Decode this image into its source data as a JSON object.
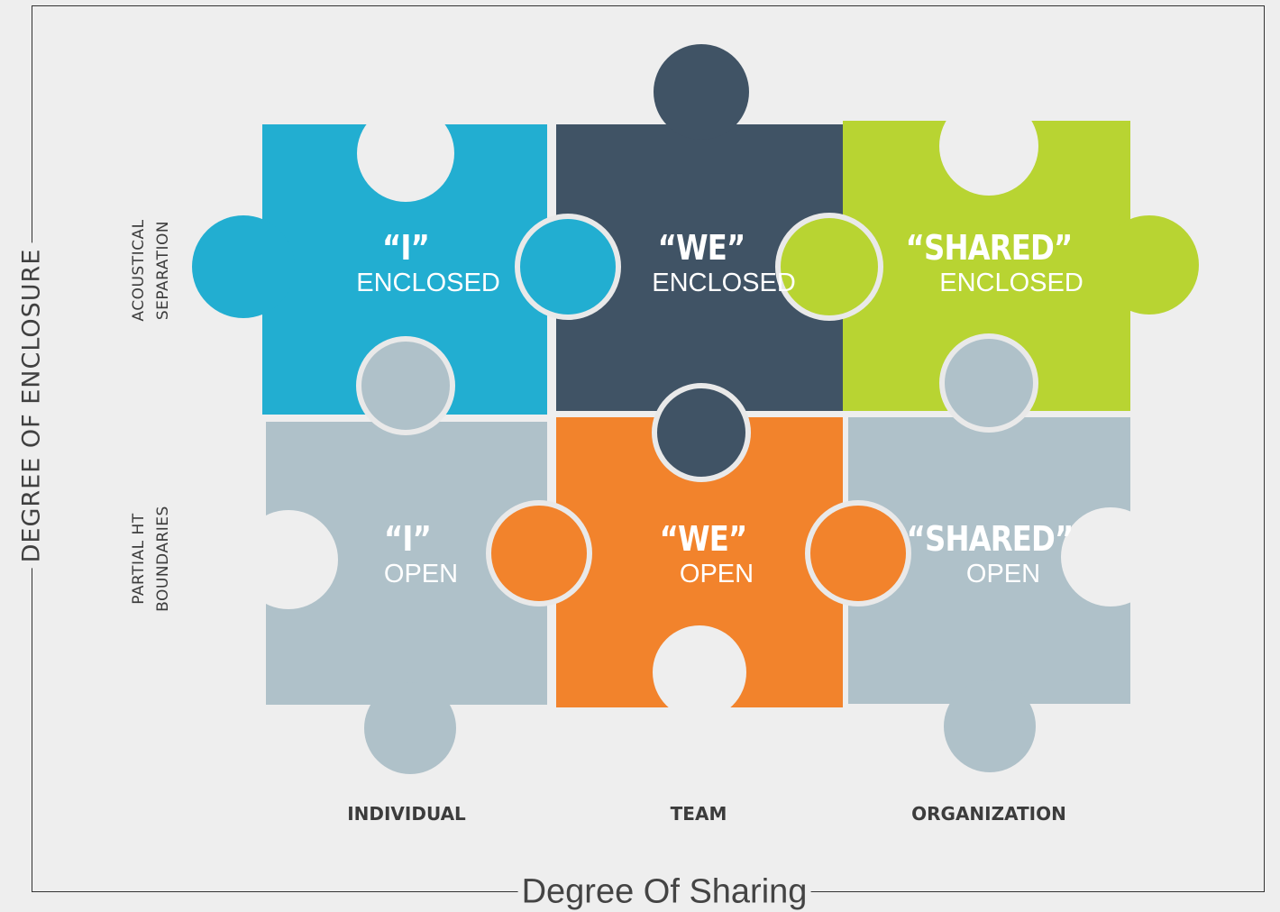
{
  "axes": {
    "y_title": "DEGREE OF ENCLOSURE",
    "x_title": "Degree Of Sharing"
  },
  "rows": [
    {
      "lines": [
        "ACOUSTICAL",
        "SEPARATION"
      ]
    },
    {
      "lines": [
        "PARTIAL HT",
        "BOUNDARIES"
      ]
    }
  ],
  "columns": [
    "INDIVIDUAL",
    "TEAM",
    "ORGANIZATION"
  ],
  "cells": [
    {
      "quote": "“I”",
      "label": "ENCLOSED",
      "color": "#22aed1"
    },
    {
      "quote": "“WE”",
      "label": "ENCLOSED",
      "color": "#405365"
    },
    {
      "quote": "“SHARED”",
      "label": "ENCLOSED",
      "color": "#b8d432"
    },
    {
      "quote": "“I”",
      "label": "OPEN",
      "color": "#afc1c9"
    },
    {
      "quote": "“WE”",
      "label": "OPEN",
      "color": "#f2832c"
    },
    {
      "quote": "“SHARED”",
      "label": "OPEN",
      "color": "#afc1c9"
    }
  ],
  "colors": {
    "background": "#eeeeee",
    "border": "#333333",
    "piece_outline": "#e9e9e9"
  }
}
